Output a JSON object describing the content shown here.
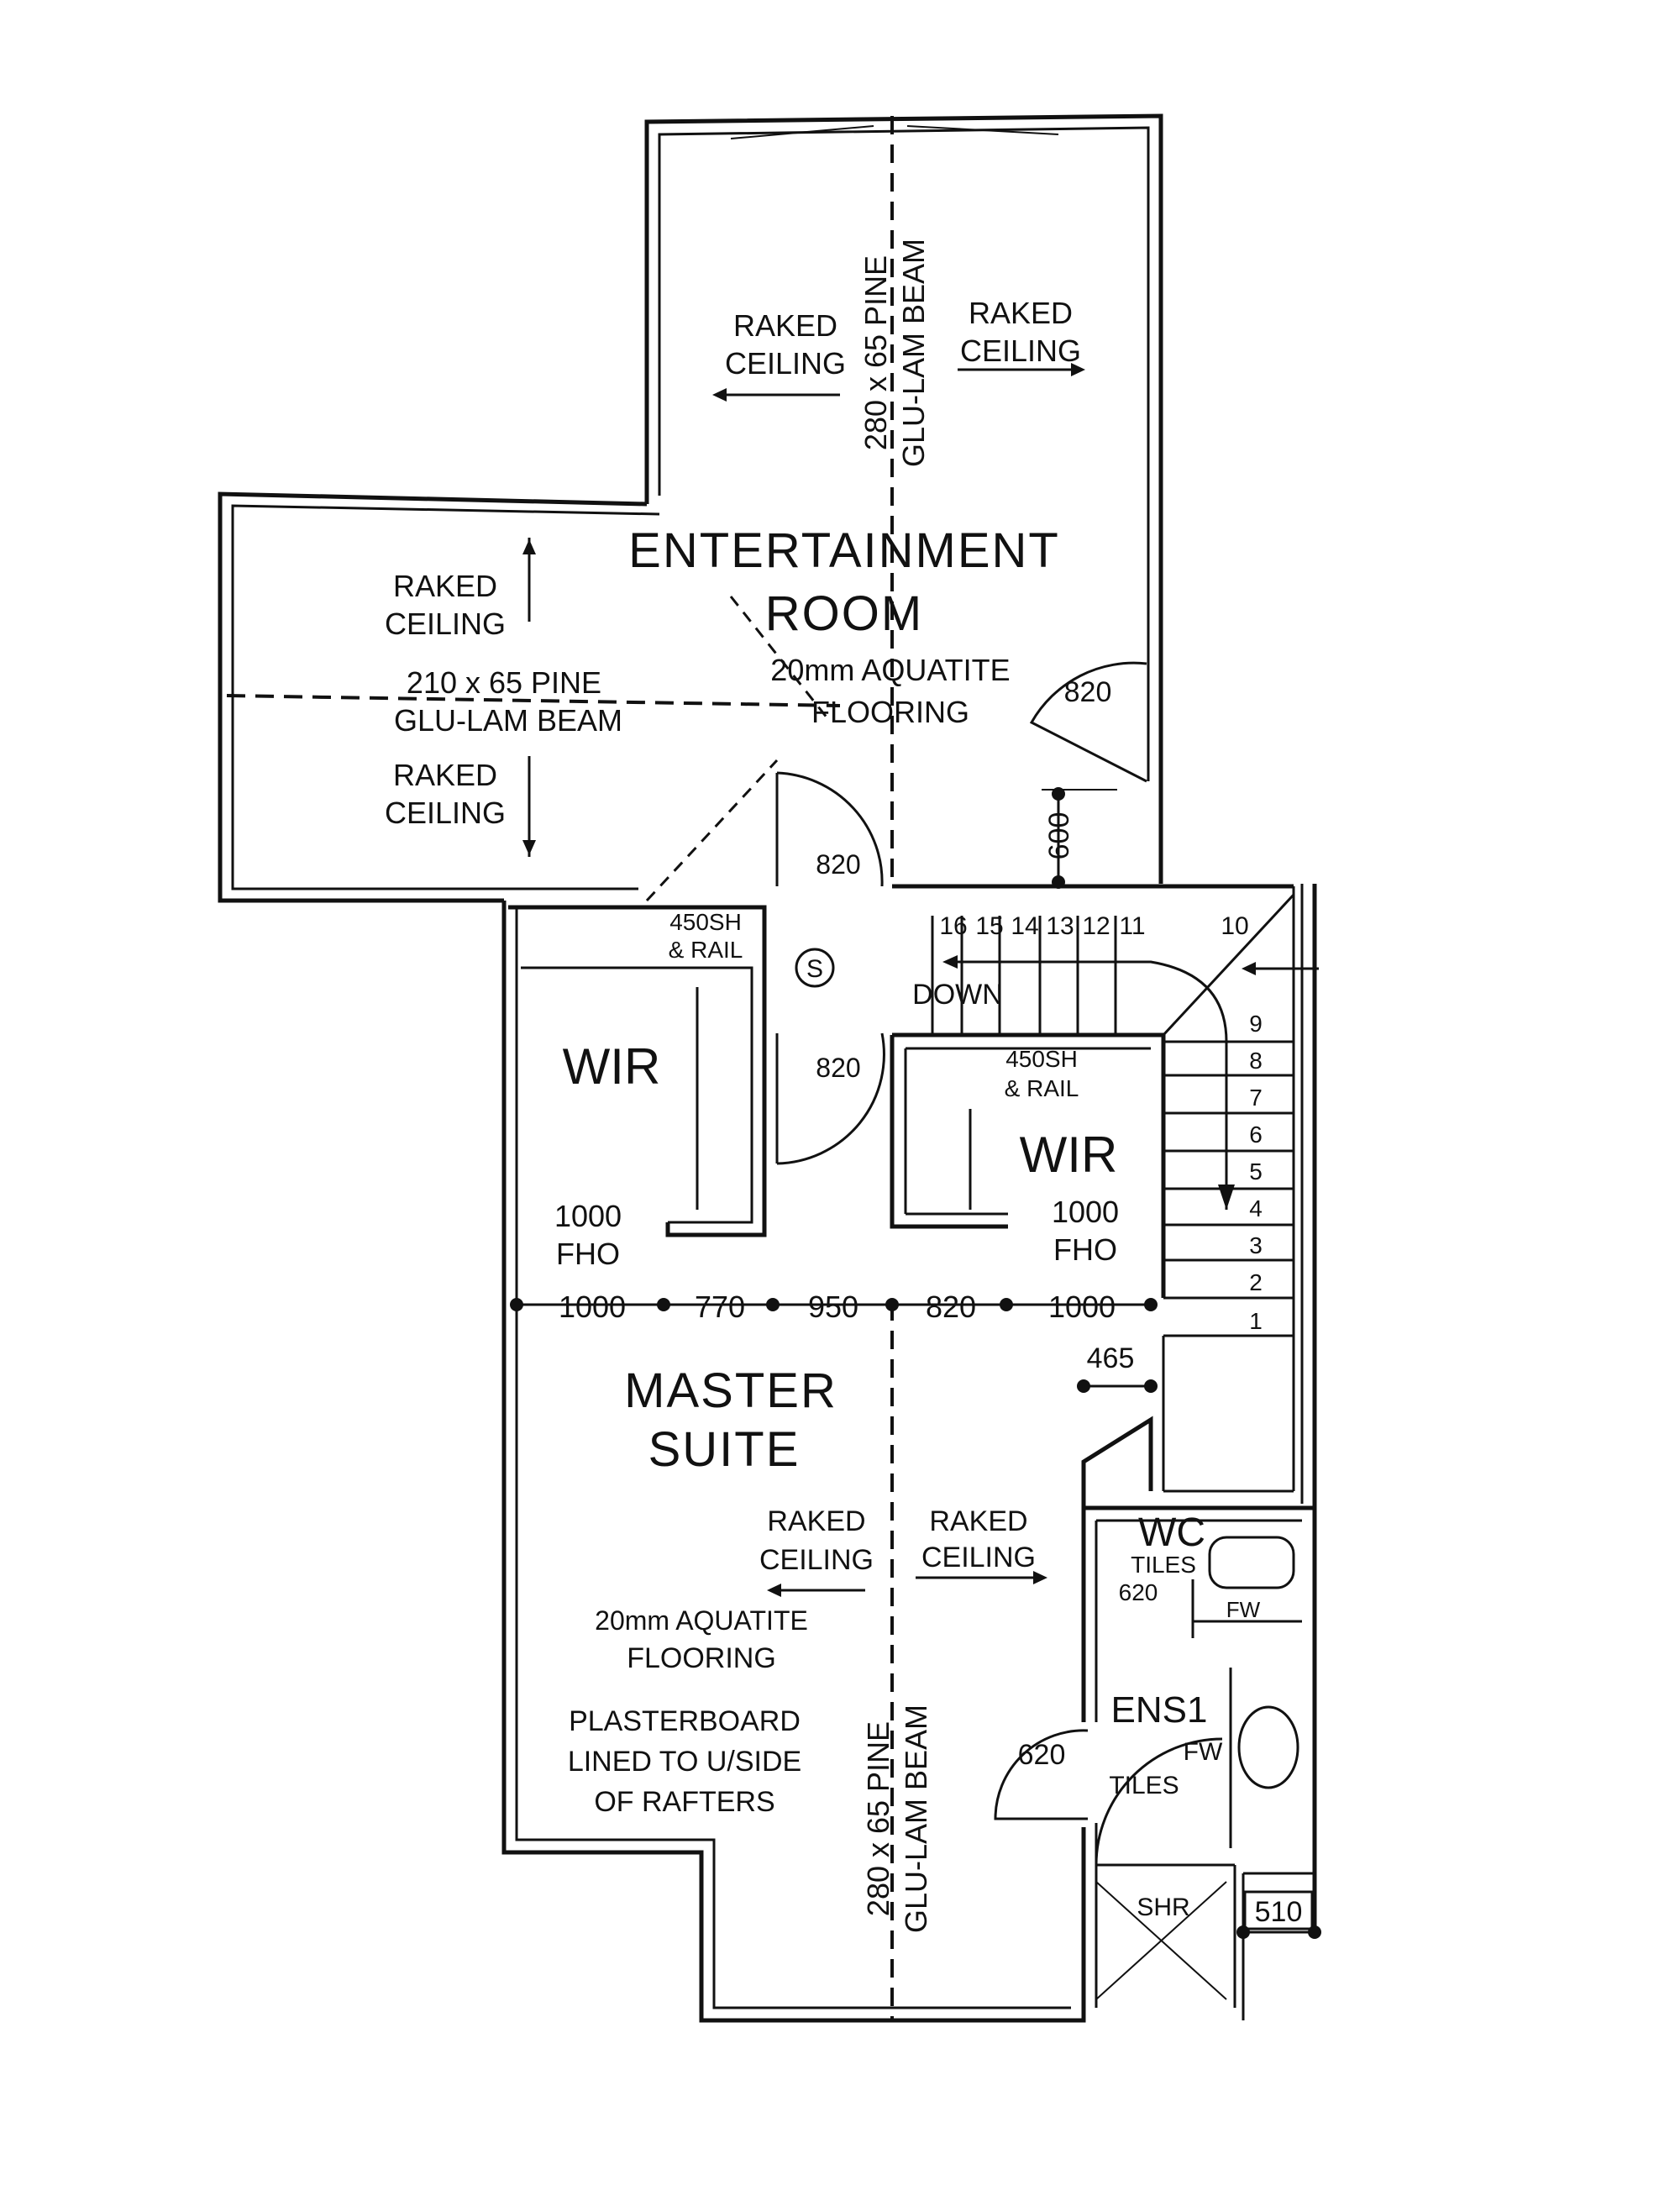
{
  "rooms": {
    "entertainment": {
      "line1": "ENTERTAINMENT",
      "line2": "ROOM",
      "flooring1": "20mm AQUATITE",
      "flooring2": "FLOORING"
    },
    "master": {
      "line1": "MASTER",
      "line2": "SUITE",
      "flooring1": "20mm AQUATITE",
      "flooring2": "FLOORING",
      "note1": "PLASTERBOARD",
      "note2": "LINED TO U/SIDE",
      "note3": "OF RAFTERS"
    },
    "wir_left": "WIR",
    "wir_right": "WIR",
    "wc": "WC",
    "ens": "ENS1",
    "shr": "SHR"
  },
  "ceilings": {
    "raked1": "RAKED",
    "raked2": "CEILING"
  },
  "beams": {
    "vertical_1": "280 x 65 PINE",
    "vertical_2": "GLU-LAM BEAM",
    "horizontal_1": "210 x 65 PINE",
    "horizontal_2": "GLU-LAM BEAM"
  },
  "doors": {
    "ent_820": "820",
    "hall_820_top": "820",
    "hall_820_bottom": "820",
    "ens_620": "620",
    "wc_620": "620",
    "dim_600": "600",
    "dim_465": "465",
    "dim_510": "510"
  },
  "shelves": {
    "sh_left_1": "450SH",
    "sh_left_2": "& RAIL",
    "sh_right_1": "450SH",
    "sh_right_2": "& RAIL",
    "fho_left_1": "1000",
    "fho_left_2": "FHO",
    "fho_right_1": "1000",
    "fho_right_2": "FHO"
  },
  "dimension_chain": [
    "1000",
    "770",
    "950",
    "820",
    "1000"
  ],
  "stairs": {
    "down": "DOWN",
    "top_steps": [
      "16",
      "15",
      "14",
      "13",
      "12",
      "11"
    ],
    "landing_step": "10",
    "side_steps": [
      "9",
      "8",
      "7",
      "6",
      "5",
      "4",
      "3",
      "2",
      "1"
    ]
  },
  "wet_areas": {
    "tiles": "TILES",
    "fw": "FW",
    "smoke": "S"
  }
}
